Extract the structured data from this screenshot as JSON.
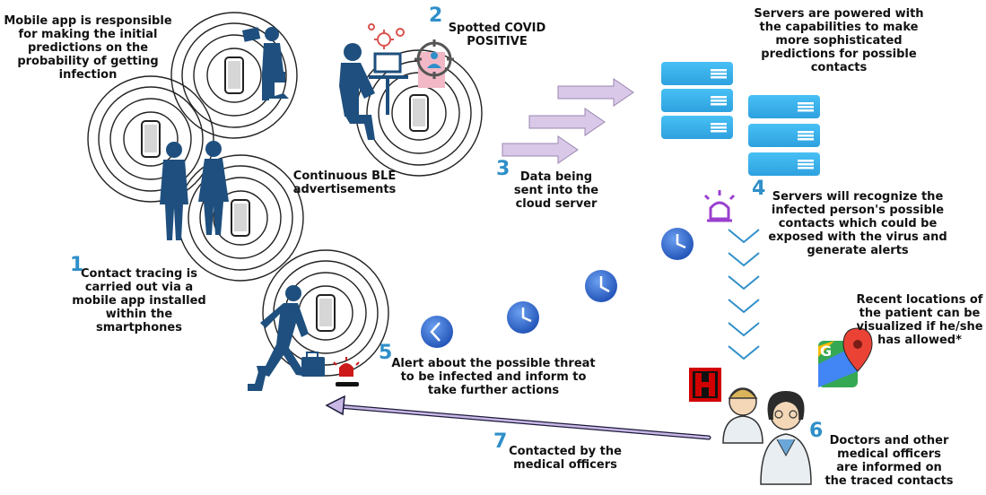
{
  "steps": [
    {
      "number": "1",
      "lines": [
        "Contact tracing is",
        "carried out via a",
        "mobile app installed",
        "within the",
        "smartphones"
      ]
    },
    {
      "number": "2",
      "lines": [
        "Spotted COVID",
        "POSITIVE"
      ]
    },
    {
      "number": "3",
      "lines": [
        "Data being",
        "sent into the",
        "cloud server"
      ]
    },
    {
      "number": "4",
      "lines": [
        "Servers will recognize the",
        "infected person's possible",
        "contacts which could be",
        "exposed with the virus and",
        "generate alerts"
      ]
    },
    {
      "number": "5",
      "lines": [
        "Alert about the possible threat",
        "to be infected and inform to",
        "take further actions"
      ]
    },
    {
      "number": "6",
      "lines": [
        "Doctors and other",
        "medical officers",
        "are informed on",
        "the traced contacts"
      ]
    },
    {
      "number": "7",
      "lines": [
        "Contacted by the",
        "medical officers"
      ]
    }
  ],
  "notes": {
    "mobile_app": [
      "Mobile app is responsible",
      "for making the initial",
      "predictions on the",
      "probability of getting",
      "infection"
    ],
    "ble": [
      "Continuous BLE",
      "advertisements"
    ],
    "servers": [
      "Servers are powered with",
      "the capabilities to make",
      "more sophisticated",
      "predictions for possible",
      "contacts"
    ],
    "locations": [
      "Recent locations of",
      "the patient can be",
      "visualized if he/she",
      "has allowed*"
    ]
  },
  "hospital_sign": "H",
  "maps_letter": "G",
  "colors": {
    "accent": "#2f8fc9",
    "server": "#3bb0ea",
    "figure": "#1e4f7e",
    "arrow": "#d9c8e8",
    "alarm": "#cc1a1a",
    "clock": "#2c67d0"
  }
}
